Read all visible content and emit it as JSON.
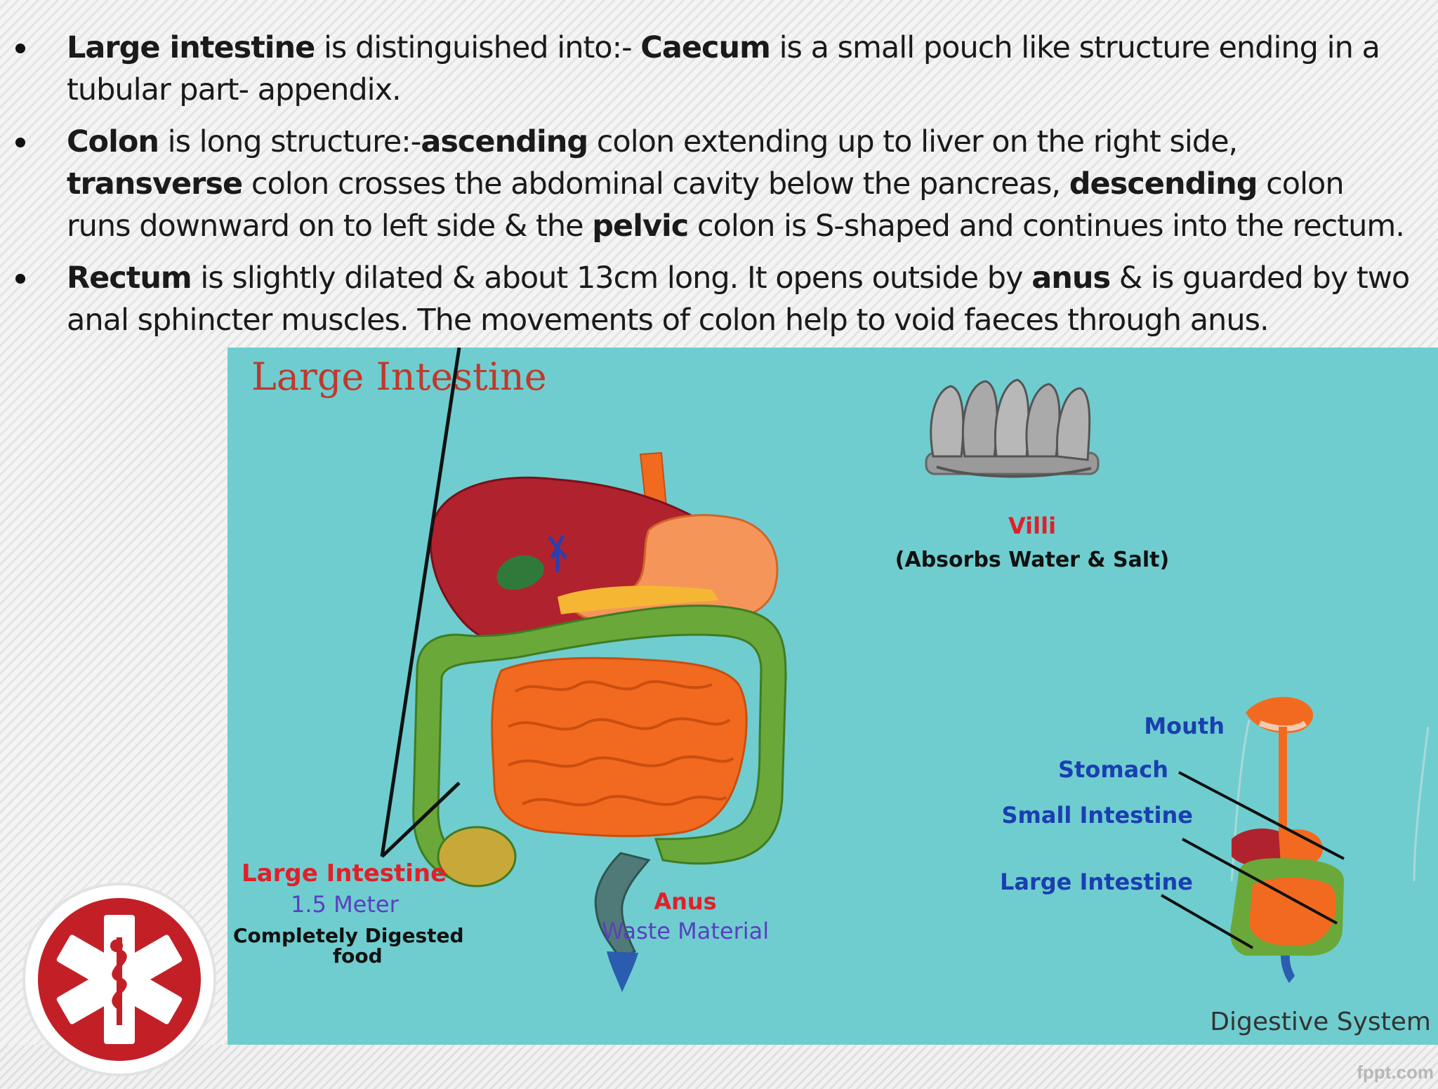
{
  "bullets": [
    {
      "segments": [
        {
          "text": "Large intestine",
          "bold": true
        },
        {
          "text": "  is distinguished into:-  ",
          "bold": false
        },
        {
          "text": "Caecum",
          "bold": true
        },
        {
          "text": " is a small pouch like structure ending in a tubular part- appendix.",
          "bold": false
        }
      ]
    },
    {
      "segments": [
        {
          "text": "Colon",
          "bold": true
        },
        {
          "text": " is long structure:-",
          "bold": false
        },
        {
          "text": "ascending",
          "bold": true
        },
        {
          "text": " colon extending up to liver on the right side, ",
          "bold": false
        },
        {
          "text": "transverse",
          "bold": true
        },
        {
          "text": " colon crosses the abdominal cavity below the pancreas, ",
          "bold": false
        },
        {
          "text": "descending",
          "bold": true
        },
        {
          "text": " colon runs downward on to left side & the ",
          "bold": false
        },
        {
          "text": "pelvic",
          "bold": true
        },
        {
          "text": " colon is S-shaped and continues into the rectum.",
          "bold": false
        }
      ]
    },
    {
      "segments": [
        {
          "text": "Rectum",
          "bold": true
        },
        {
          "text": " is slightly dilated & about 13cm long. It opens outside by ",
          "bold": false
        },
        {
          "text": "anus",
          "bold": true
        },
        {
          "text": " & is guarded by two anal sphincter muscles. The movements of colon help to void faeces through anus.",
          "bold": false
        }
      ]
    }
  ],
  "diagram": {
    "title": "Large Intestine",
    "villi_label": "Villi",
    "villi_note": "(Absorbs Water & Salt)",
    "li_label": "Large Intestine",
    "li_length": "1.5 Meter",
    "li_note_line1": "Completely Digested",
    "li_note_line2": "food",
    "anus_label": "Anus",
    "anus_note": "Waste Material",
    "mouth_label": "Mouth",
    "stomach_label": "Stomach",
    "small_intestine_label": "Small Intestine",
    "large_intestine_label": "Large Intestine",
    "system_caption": "Digestive System"
  },
  "footer": {
    "watermark": "fppt.com"
  },
  "colors": {
    "panel_bg": "#6fcdcf",
    "title_red": "#c0392b",
    "label_red": "#e0202a",
    "label_blue": "#1a3fb0",
    "label_purple": "#5a3fc0",
    "liver": "#b0222e",
    "colon_green": "#6aa83a",
    "small_intestine": "#f26a1f",
    "stomach": "#f5955a"
  },
  "icons": {
    "logo": "medical-star-of-life-icon"
  }
}
